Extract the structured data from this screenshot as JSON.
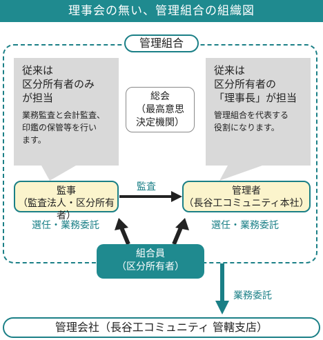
{
  "title": "理事会の無い、管理組合の組織図",
  "group_label": "管理組合",
  "left_note": {
    "heading": [
      "従来は",
      "区分所有者のみ",
      "が担当"
    ],
    "body": [
      "業務監査と会計監査、",
      "印鑑の保管等を行い",
      "ます。"
    ]
  },
  "right_note": {
    "heading": [
      "従来は",
      "区分所有者の",
      "「理事長」が担当"
    ],
    "body": [
      "管理組合を代表する",
      "役割になります。"
    ]
  },
  "general_meeting": [
    "総会",
    "（最高意思",
    "決定機関）"
  ],
  "auditor": {
    "name": "監事",
    "detail": "（監査法人・区分所有者）"
  },
  "manager": {
    "name": "管理者",
    "detail": "（長谷工コミュニティ本社）"
  },
  "audit_label": "監査",
  "appoint_label_left": "選任・業務委託",
  "appoint_label_right": "選任・業務委託",
  "members": {
    "name": "組合員",
    "detail": "（区分所有者）"
  },
  "outsourcing_label": "業務委託",
  "company": "管理会社（長谷工コミュニティ 管轄支店）",
  "colors": {
    "teal": "#1f8a8f",
    "yellow": "#fbf4cc",
    "gray": "#d9d9d9"
  }
}
